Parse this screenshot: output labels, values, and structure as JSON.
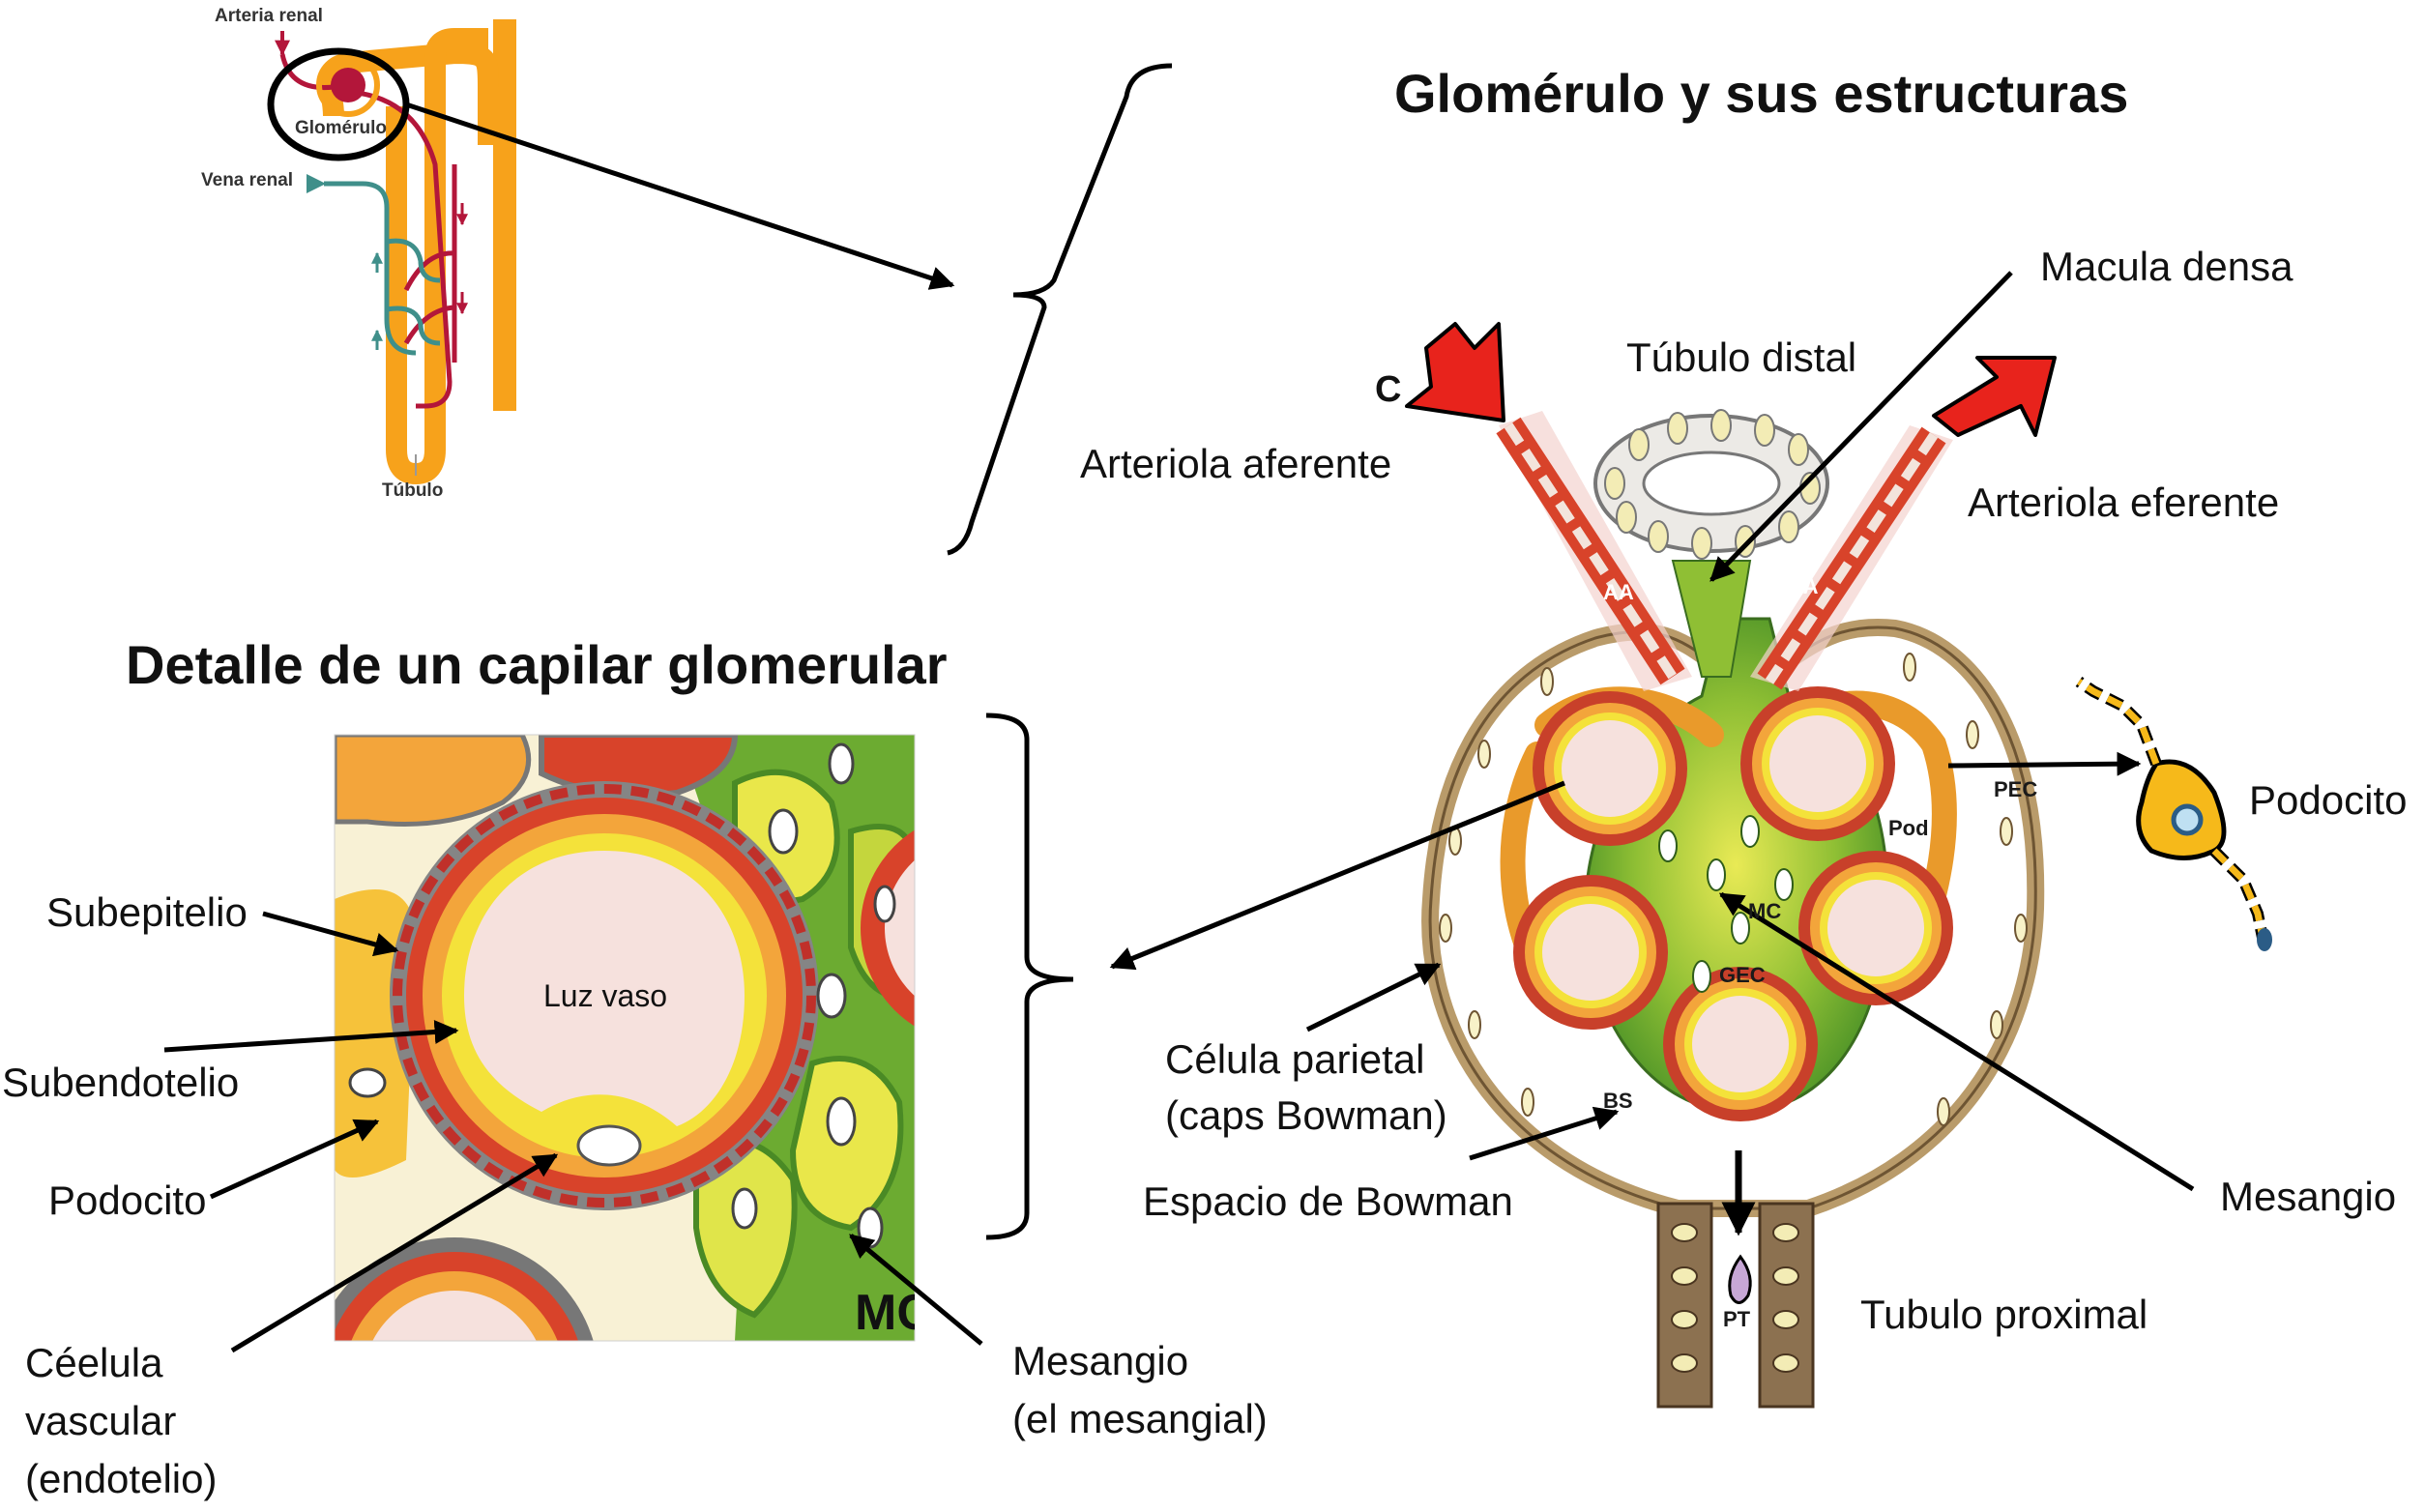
{
  "titles": {
    "glomerulus": "Glomérulo y sus estructuras",
    "capillary": "Detalle de un capilar glomerular"
  },
  "nephron": {
    "renal_artery": "Arteria renal",
    "glomerulus": "Glomérulo",
    "renal_vein": "Vena renal",
    "tubule": "Túbulo"
  },
  "glomerulus_labels": {
    "panel_letter": "C",
    "distal_tubule": "Túbulo distal",
    "macula_densa": "Macula densa",
    "afferent_arteriole": "Arteriola aferente",
    "efferent_arteriole": "Arteriola eferente",
    "podocyte": "Podocito",
    "parietal_cell_line1": "Célula parietal",
    "parietal_cell_line2": "(caps Bowman)",
    "bowman_space": "Espacio de Bowman",
    "mesangium": "Mesangio",
    "proximal_tubule": "Tubulo proximal"
  },
  "abbreviations": {
    "aa": "AA",
    "ea": "EA",
    "pec": "PEC",
    "pod": "Pod",
    "mc": "MC",
    "gec": "GEC",
    "bs": "BS",
    "pt": "PT",
    "detail_mc": "MC"
  },
  "capillary_labels": {
    "subepithelium": "Subepitelio",
    "subendothelium": "Subendotelio",
    "podocyte": "Podocito",
    "vascular_cell_line1": "Céelula",
    "vascular_cell_line2": "vascular",
    "vascular_cell_line3": "(endotelio)",
    "mesangium_line1": "Mesangio",
    "mesangium_line2": "(el mesangial)",
    "lumen": "Luz vaso"
  },
  "colors": {
    "artery": "#b3163a",
    "vein": "#3f8f8a",
    "tubule": "#f7a21b",
    "red_arrow": "#e8231c",
    "mesangium_green": "#4f9a2b",
    "wall_yellow": "#f4e23a",
    "lumen_pink": "#f6e1dd",
    "podocyte_fill": "#f6b91a",
    "bowman_capsule": "#b99b6a"
  }
}
